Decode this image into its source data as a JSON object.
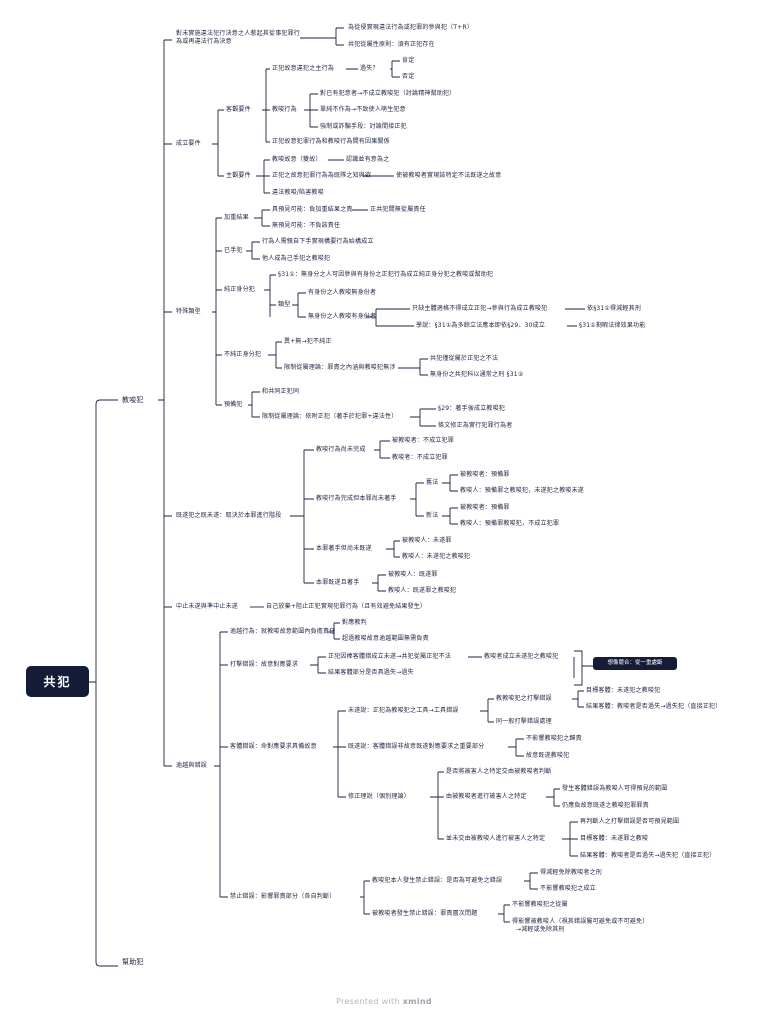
{
  "root": "共犯",
  "branches": {
    "jiaosuo": "教唆犯",
    "bangzhu": "幫助犯"
  },
  "top": {
    "a": "對未實施違法犯行決意之人惹起其從事犯罪行為或再違法行為決意",
    "a1": "為從侵實現違法行為或犯罪的參與犯（T+R）",
    "a2": "共犯從屬性原則：須有正犯存在"
  },
  "cheng_li": {
    "title": "成立要件",
    "keguan": "客觀要件",
    "zhengfan_zhu": "正犯故意違犯之主行為",
    "guoshi": "過失？",
    "kending": "肯定",
    "fouding": "否定",
    "jiaosuo_xingwei": "教唆行為",
    "x1": "對已有犯意者→不成立教唆犯（討論精神幫助犯）",
    "x2": "單純不作為→不致使人萌生犯意",
    "x3": "強制或詐騙手段：討論間接正犯",
    "yinguo": "正犯故意犯罪行為和教唆行為間有因果關係",
    "zhuguan": "主觀要件",
    "z1": "教唆故意（雙故）",
    "z1b": "認識並有意為之",
    "z2": "正犯之故意犯罪行為為既隊之知與欲",
    "z2b": "使被教唆者實現該特定不法既遂之故意",
    "z3": "違法教唆/陷害教唆"
  },
  "teshu": {
    "title": "特殊類型",
    "jiazhong": "加重結果",
    "j1": "具預見可能：負加重結果之責",
    "j1b": "正共犯間無從屬責任",
    "j2": "無預見可能：不負該責任",
    "yishou": "已手犯",
    "y1": "行為人需親自下手實現構要行為始構成立",
    "y2": "他人成為己手犯之教唆犯",
    "chunzheng": "純正身分犯",
    "c1": "§31①：無身分之人可因參與有身份之正犯行為成立純正身分犯之教唆或幫助犯",
    "leixing": "類型",
    "l1": "有身份之人教唆無身份者",
    "l2": "無身份之人教唆有身份者",
    "l2a": "只缺主體適格不得成立正犯→參與行為成立教唆犯",
    "l2a2": "依§31①得減輕其刑",
    "l2b": "學說：§31①為多餘立法應本即依§29、30成立",
    "l2b2": "§31①剩暇法律效果功能",
    "buchunzheng": "不純正身分犯",
    "b1": "異+無→犯不純正",
    "b2": "限制從屬理論：罪責之內涵與教唆犯無涉",
    "b2a": "共犯僅從屬於正犯之不法",
    "b2b": "無身份之共犯科以通常之刑 §31②",
    "yubei": "預備犯",
    "yb1": "和共同正犯同",
    "yb2": "限制從屬理論：依附正犯（著手於犯罪+違法性）",
    "yb2a": "§29：著手後成立教唆犯",
    "yb2b": "條文修正為實行犯罪行為者"
  },
  "jisui": {
    "title": "既遂犯之既未遂：取決於本罪進行階段",
    "g1": "教唆行為尚未完成",
    "g1a": "被教唆者：不成立犯罪",
    "g1b": "教唆者：不成立犯罪",
    "g2": "教唆行為完成但本罪尚未著手",
    "jiufa": "舊法",
    "j_a": "被教唆者：預備罪",
    "j_b": "教唆人：預備罪之教唆犯，未遂犯之教唆未遂",
    "xinfa": "新法",
    "x_a": "被教唆者：預備罪",
    "x_b": "教唆人：預備罪教唆犯，不成立犯罪",
    "g3": "本罪著手但尚未既遂",
    "g3a": "被教唆人：未遂罪",
    "g3b": "教唆人：未遂犯之教唆犯",
    "g4": "本罪既遂且著手",
    "g4a": "被教唆人：既遂罪",
    "g4b": "教唆人：既遂罪之教唆犯"
  },
  "zhongzhi": {
    "title": "中止未遂與準中止未遂",
    "t1": "自己放棄+阻止正犯實現犯罪行為（且有效避免結果發生）"
  },
  "yuejie": {
    "title": "逾越與錯誤",
    "yue": "逾越行為：就教唆故意範圍內負擔責任",
    "yue1": "對應教判",
    "yue2": "超過教唆故意逾越範圍無需負責",
    "dacuo": "打擊錯誤：故意對應要求",
    "d1": "正犯因棒客體錯成立未遂→共犯從屬正犯不法",
    "d1b": "教唆者成立未遂犯之教唆犯",
    "d2": "結果客體部分是否具過失→過失",
    "tag": "想像競合：從一重處斷",
    "keti": "客體錯誤：命對應要求具備故意",
    "ws": "未遂說：正犯為教唆犯之工具→工具錯誤",
    "ws1": "教教唆犯之打擊錯誤",
    "ws1a": "目標客體：未遂犯之教唆犯",
    "ws1b": "結果客體：教唆者是否過失→過失犯（直接正犯）",
    "ws2": "同一般打擊錯誤處理",
    "jss": "既遂說：客體錯誤非故意既遂對應要求之重要部分",
    "jss1": "不影響教唆犯之歸責",
    "jss2": "故意既遂教唆犯",
    "xzs": "修正理說（個別理論）",
    "x1": "是否將被害人之特定交由被教唆者判斷",
    "x2": "由被教唆者進行被害人之特定",
    "x2a": "發生客體錯誤為教唆人可得預見的範圍",
    "x2b": "仍應負故意既遂之教唆犯罪罪責",
    "x3": "並未交由被教唆人進行被害人之特定",
    "x3a": "再判斷人之打擊錯誤是否可預見範圍",
    "x3b": "目標客體：未遂罪之教唆",
    "x3c": "結果客體：教唆者是否過失→過失犯（直接正犯）",
    "jinzhi": "禁止錯誤：影響罪責部分（各自判斷）",
    "jz1": "教唆犯本人發生禁止錯誤：是否為可避免之錯誤",
    "jz1a": "得減輕免除教唆者之刑",
    "jz1b": "不影響教唆犯之成立",
    "jz2": "被教唆者發生禁止錯誤：罪責層次問題",
    "jz2a": "不影響教唆犯之從屬",
    "jz2b": "得影響被教唆人（視其錯誤屬可避免或不可避免）",
    "jz2c": "→減輕或免除其刑"
  },
  "footer": {
    "prefix": "Presented with",
    "brand": "xmind"
  }
}
